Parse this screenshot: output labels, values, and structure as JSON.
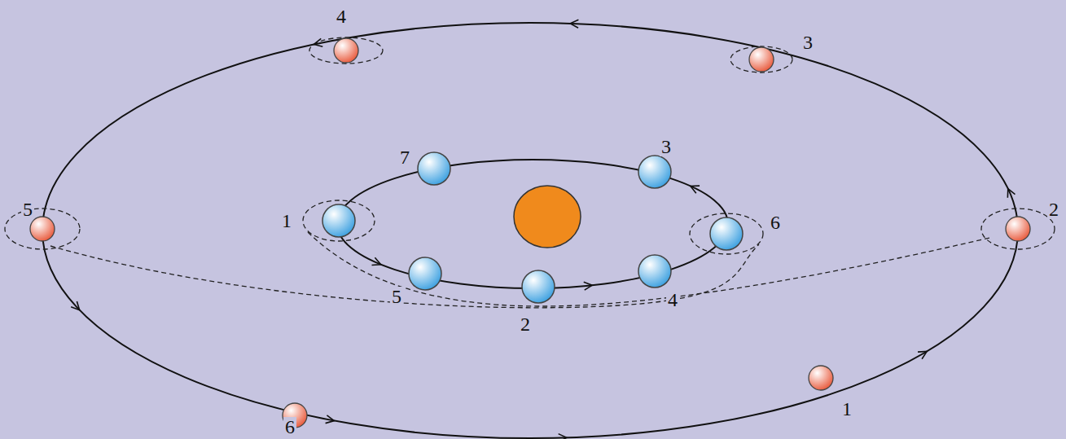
{
  "diagram": {
    "labels": [
      "4",
      "3",
      "7",
      "3",
      "5",
      "1",
      "6",
      "2",
      "5",
      "4",
      "2",
      "1",
      "6"
    ]
  }
}
